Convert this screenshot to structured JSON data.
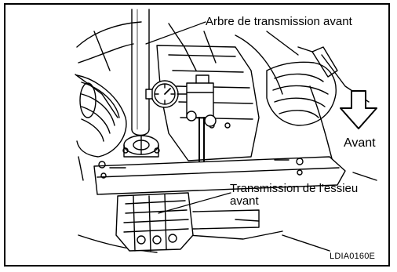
{
  "labels": {
    "front_shaft": "Arbre de transmission avant",
    "front_direction": "Avant",
    "axle_transmission_line1": "Transmission de l'essieu",
    "axle_transmission_line2": "avant",
    "figure_code": "LDIA0160E"
  }
}
